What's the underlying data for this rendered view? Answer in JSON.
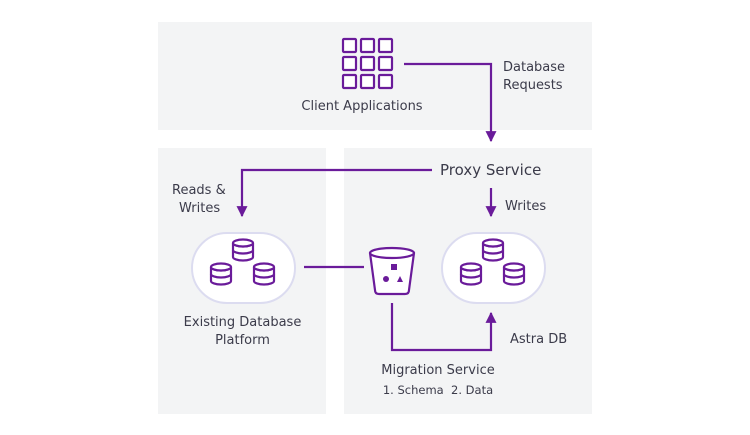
{
  "diagram": {
    "colors": {
      "accent": "#6a1b9a",
      "panel": "#f3f4f5",
      "pill_border": "#dcdcf0",
      "text": "#3b3b4a"
    },
    "nodes": {
      "client_apps": {
        "label": "Client Applications",
        "icon": "grid-icon"
      },
      "proxy": {
        "label": "Proxy Service"
      },
      "existing_db": {
        "label_line1": "Existing Database",
        "label_line2": "Platform",
        "icon": "database-cluster-icon"
      },
      "astra_db": {
        "label": "Astra DB",
        "icon": "database-cluster-icon"
      },
      "migration": {
        "label": "Migration Service",
        "steps": "1. Schema  2. Data",
        "icon": "bucket-icon"
      }
    },
    "edges": {
      "db_requests": {
        "line1": "Database",
        "line2": "Requests"
      },
      "reads_writes": {
        "line1": "Reads &",
        "line2": "Writes"
      },
      "writes": {
        "label": "Writes"
      }
    }
  }
}
